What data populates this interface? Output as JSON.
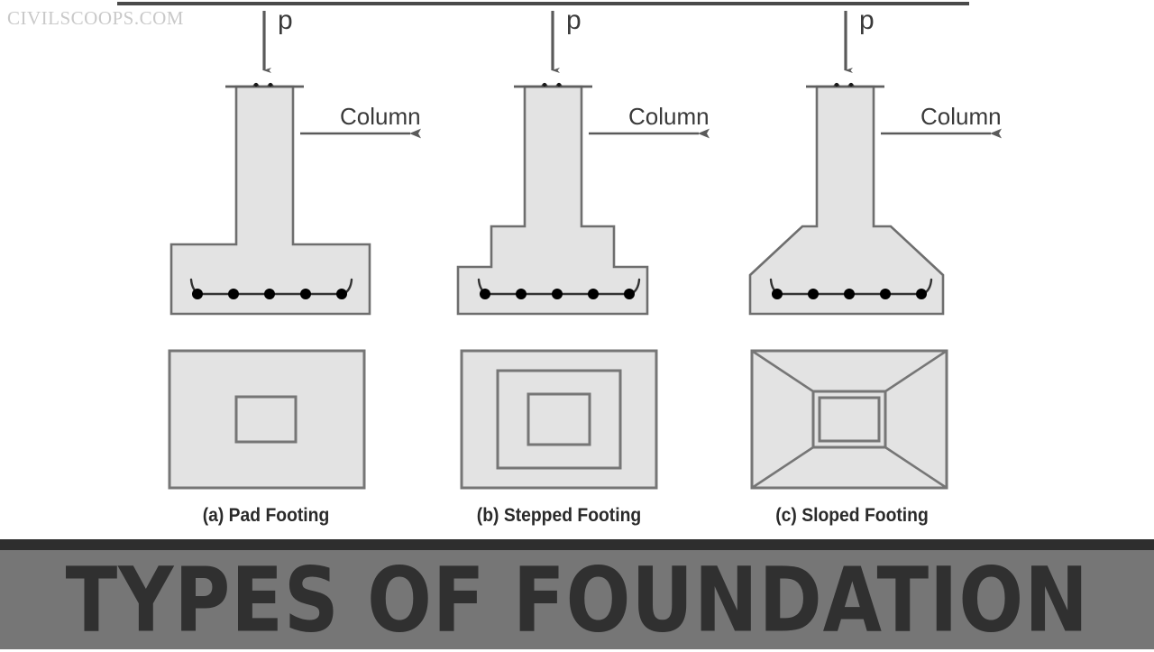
{
  "watermark": {
    "text": "CIVILSCOOPS.COM"
  },
  "banner": {
    "title": "TYPES OF FOUNDATION",
    "background_color": "#767676",
    "strip_color": "#2e2e2e",
    "text_color": "#303030"
  },
  "colors": {
    "concrete_fill": "#e3e3e3",
    "outline": "#6e6e6e",
    "rebar": "#111111",
    "label_text": "#3a3a3a",
    "top_rule": "#4a4a4a"
  },
  "figures": [
    {
      "id": "pad-footing",
      "caption": "(a) Pad Footing",
      "load_label": "p",
      "column_label": "Column",
      "section_type": "pad",
      "rebar_count": 5
    },
    {
      "id": "stepped-footing",
      "caption": "(b) Stepped Footing",
      "load_label": "p",
      "column_label": "Column",
      "section_type": "stepped",
      "rebar_count": 5
    },
    {
      "id": "sloped-footing",
      "caption": "(c) Sloped Footing",
      "load_label": "p",
      "column_label": "Column",
      "section_type": "sloped",
      "rebar_count": 5
    }
  ]
}
